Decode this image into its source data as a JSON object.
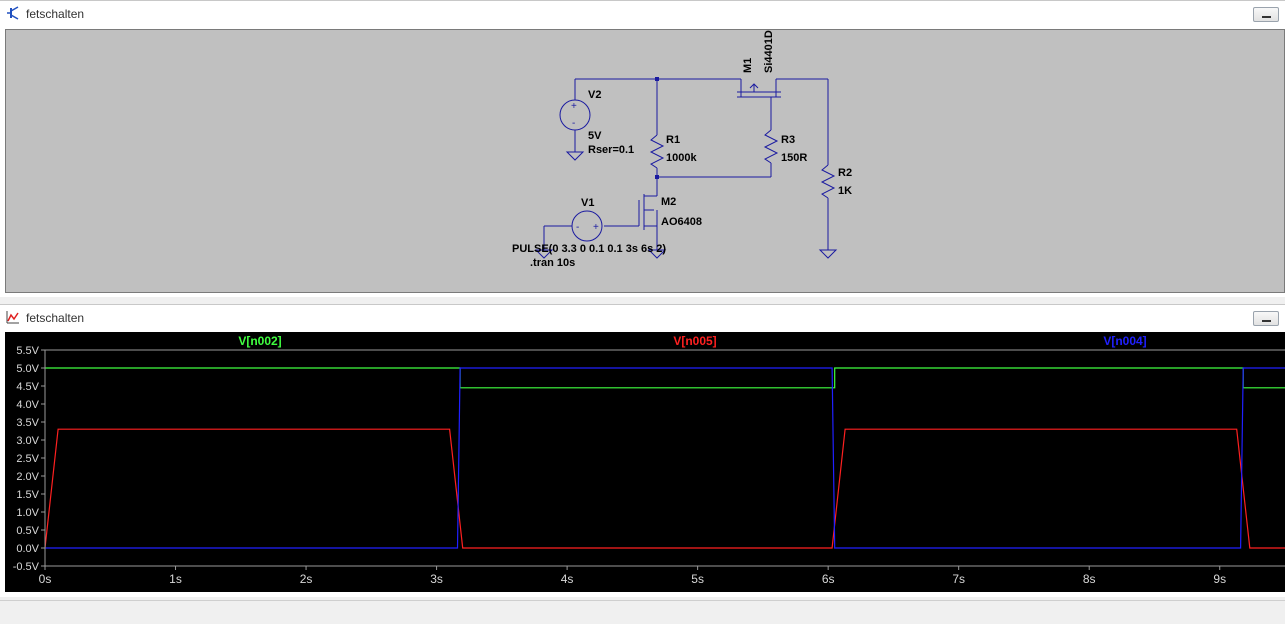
{
  "schematic_window": {
    "title": "fetschalten",
    "components": {
      "v2": {
        "name": "V2",
        "value": "5V",
        "param": "Rser=0.1"
      },
      "r1": {
        "name": "R1",
        "value": "1000k"
      },
      "m1": {
        "name": "M1",
        "value": "Si4401D"
      },
      "r3": {
        "name": "R3",
        "value": "150R"
      },
      "r2": {
        "name": "R2",
        "value": "1K"
      },
      "v1": {
        "name": "V1",
        "value": "PULSE(0 3.3 0 0.1 0.1 3s 6s 2)"
      },
      "m2": {
        "name": "M2",
        "value": "AO6408"
      }
    },
    "directive": ".tran 10s"
  },
  "plot_window": {
    "title": "fetschalten"
  },
  "chart_data": {
    "type": "line",
    "title": "",
    "xlabel": "",
    "ylabel": "",
    "xlim": [
      0,
      9.5
    ],
    "ylim": [
      -0.5,
      5.5
    ],
    "x_ticks": [
      0,
      1,
      2,
      3,
      4,
      5,
      6,
      7,
      8,
      9
    ],
    "x_tick_labels": [
      "0s",
      "1s",
      "2s",
      "3s",
      "4s",
      "5s",
      "6s",
      "7s",
      "8s",
      "9s"
    ],
    "y_ticks": [
      -0.5,
      0.0,
      0.5,
      1.0,
      1.5,
      2.0,
      2.5,
      3.0,
      3.5,
      4.0,
      4.5,
      5.0,
      5.5
    ],
    "y_tick_labels": [
      "-0.5V",
      "0.0V",
      "0.5V",
      "1.0V",
      "1.5V",
      "2.0V",
      "2.5V",
      "3.0V",
      "3.5V",
      "4.0V",
      "4.5V",
      "5.0V",
      "5.5V"
    ],
    "grid": false,
    "legend": "top",
    "background": "#000000",
    "series": [
      {
        "name": "V[n002]",
        "color": "#40ff40",
        "x": [
          0,
          3.18,
          3.18,
          6.05,
          6.05,
          9.18,
          9.18,
          9.5
        ],
        "y": [
          5.0,
          5.0,
          4.45,
          4.45,
          5.0,
          5.0,
          4.45,
          4.45
        ]
      },
      {
        "name": "V[n005]",
        "color": "#ff2020",
        "x": [
          0,
          0.1,
          3.1,
          3.2,
          6.03,
          6.13,
          9.13,
          9.23,
          9.5
        ],
        "y": [
          0.0,
          3.3,
          3.3,
          0.0,
          0.0,
          3.3,
          3.3,
          0.0,
          0.0
        ]
      },
      {
        "name": "V[n004]",
        "color": "#2020ff",
        "x": [
          0,
          3.16,
          3.18,
          6.03,
          6.05,
          9.16,
          9.18,
          9.5
        ],
        "y": [
          0.0,
          0.0,
          5.0,
          5.0,
          0.0,
          0.0,
          5.0,
          5.0
        ]
      }
    ]
  }
}
